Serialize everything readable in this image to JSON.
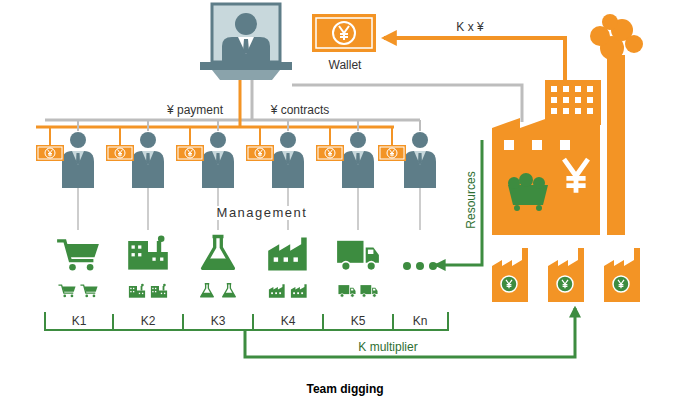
{
  "diagram": {
    "caption": "Team digging",
    "labels": [
      "Wallet",
      "K x ¥",
      "¥ payment",
      "¥ contracts",
      "Management",
      "Resources",
      "K1",
      "K2",
      "K3",
      "K4",
      "K5",
      "Kn",
      "K multiplier"
    ]
  }
}
